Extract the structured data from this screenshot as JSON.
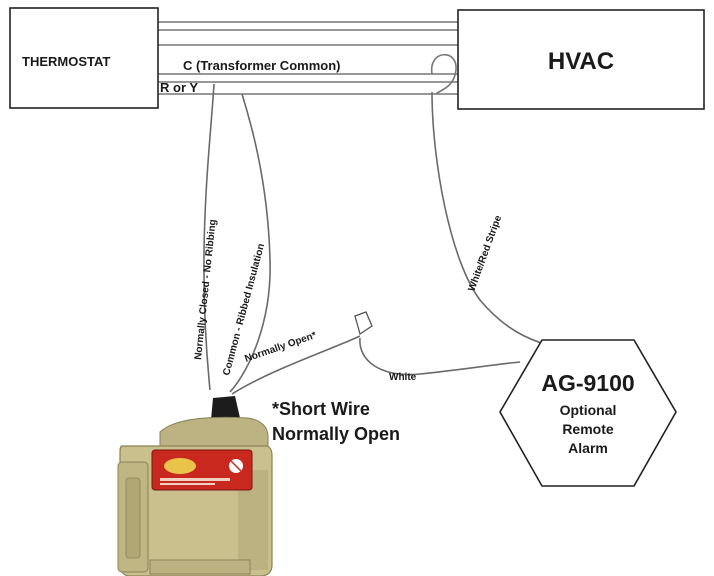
{
  "thermostat": {
    "label": "THERMOSTAT"
  },
  "hvac": {
    "label": "HVAC"
  },
  "wires": {
    "c_common": "C (Transformer Common)",
    "r_or_y": "R or Y",
    "normally_closed": "Normally Closed - No Ribbing",
    "common_ribbed": "Common - Ribbed Insulation",
    "normally_open": "Normally Open*",
    "white": "White",
    "white_red_stripe": "White/Red Stripe"
  },
  "alarm": {
    "model": "AG-9100",
    "line1": "Optional",
    "line2": "Remote",
    "line3": "Alarm"
  },
  "note": {
    "line1": "*Short Wire",
    "line2": "Normally Open"
  },
  "colors": {
    "device_body": "#c9c08e",
    "device_label": "#c8281e",
    "wire": "#6a6a6a"
  }
}
